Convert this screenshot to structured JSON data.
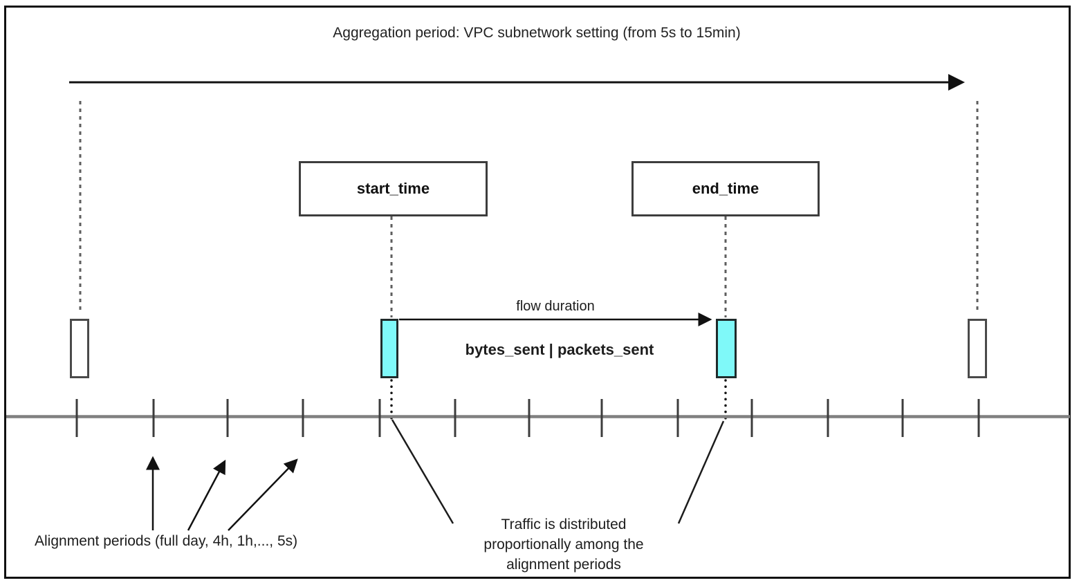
{
  "diagram": {
    "title": "Aggregation period: VPC subnetwork setting (from 5s to 15min)",
    "boxes": {
      "start": "start_time",
      "end": "end_time"
    },
    "labels": {
      "flow_duration": "flow duration",
      "metrics": "bytes_sent | packets_sent",
      "alignment_periods": "Alignment periods (full day, 4h, 1h,..., 5s)",
      "traffic_note": "Traffic is distributed\nproportionally among the\nalignment periods"
    },
    "timeline": {
      "tick_count": 13,
      "meaning": "alignment period boundaries"
    },
    "markers": {
      "flow_start": "flow start interval",
      "flow_end": "flow end interval",
      "window_left": "aggregation window left bound",
      "window_right": "aggregation window right bound"
    },
    "colors": {
      "flow_interval_fill": "#7FF9F9",
      "line": "#111111",
      "timeline_axis": "#808080",
      "dashed_line": "#5E5E5E",
      "frame_border": "#111111"
    }
  }
}
